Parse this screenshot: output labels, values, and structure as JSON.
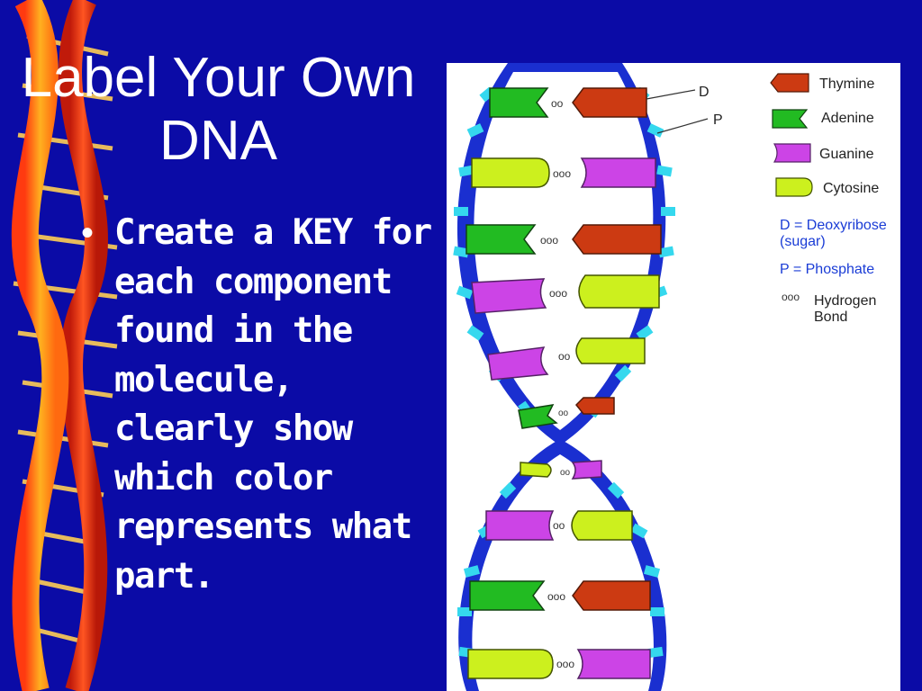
{
  "slide": {
    "title_line1": "Label Your Own",
    "title_line2": "DNA",
    "bullet_symbol": "•",
    "bullet_text": "Create a KEY for each component found in the molecule, clearly show which color represents what part."
  },
  "diagram": {
    "labels": {
      "deoxyribose_marker": "D",
      "phosphate_marker": "P"
    },
    "legend": [
      {
        "name": "Thymine",
        "color": "#cc3a12"
      },
      {
        "name": "Adenine",
        "color": "#22bb22"
      },
      {
        "name": "Guanine",
        "color": "#cc44e6"
      },
      {
        "name": "Cytosine",
        "color": "#ccf01e"
      }
    ],
    "key": {
      "deoxyribose_line1": "D = Deoxyribose",
      "deoxyribose_line2": "(sugar)",
      "phosphate": "P = Phosphate",
      "hydrogen_symbol": "ooo",
      "hydrogen_line1": "Hydrogen",
      "hydrogen_line2": "Bond"
    },
    "colors": {
      "backbone_dark": "#1a2fd0",
      "phosphate": "#35d8ee"
    }
  }
}
